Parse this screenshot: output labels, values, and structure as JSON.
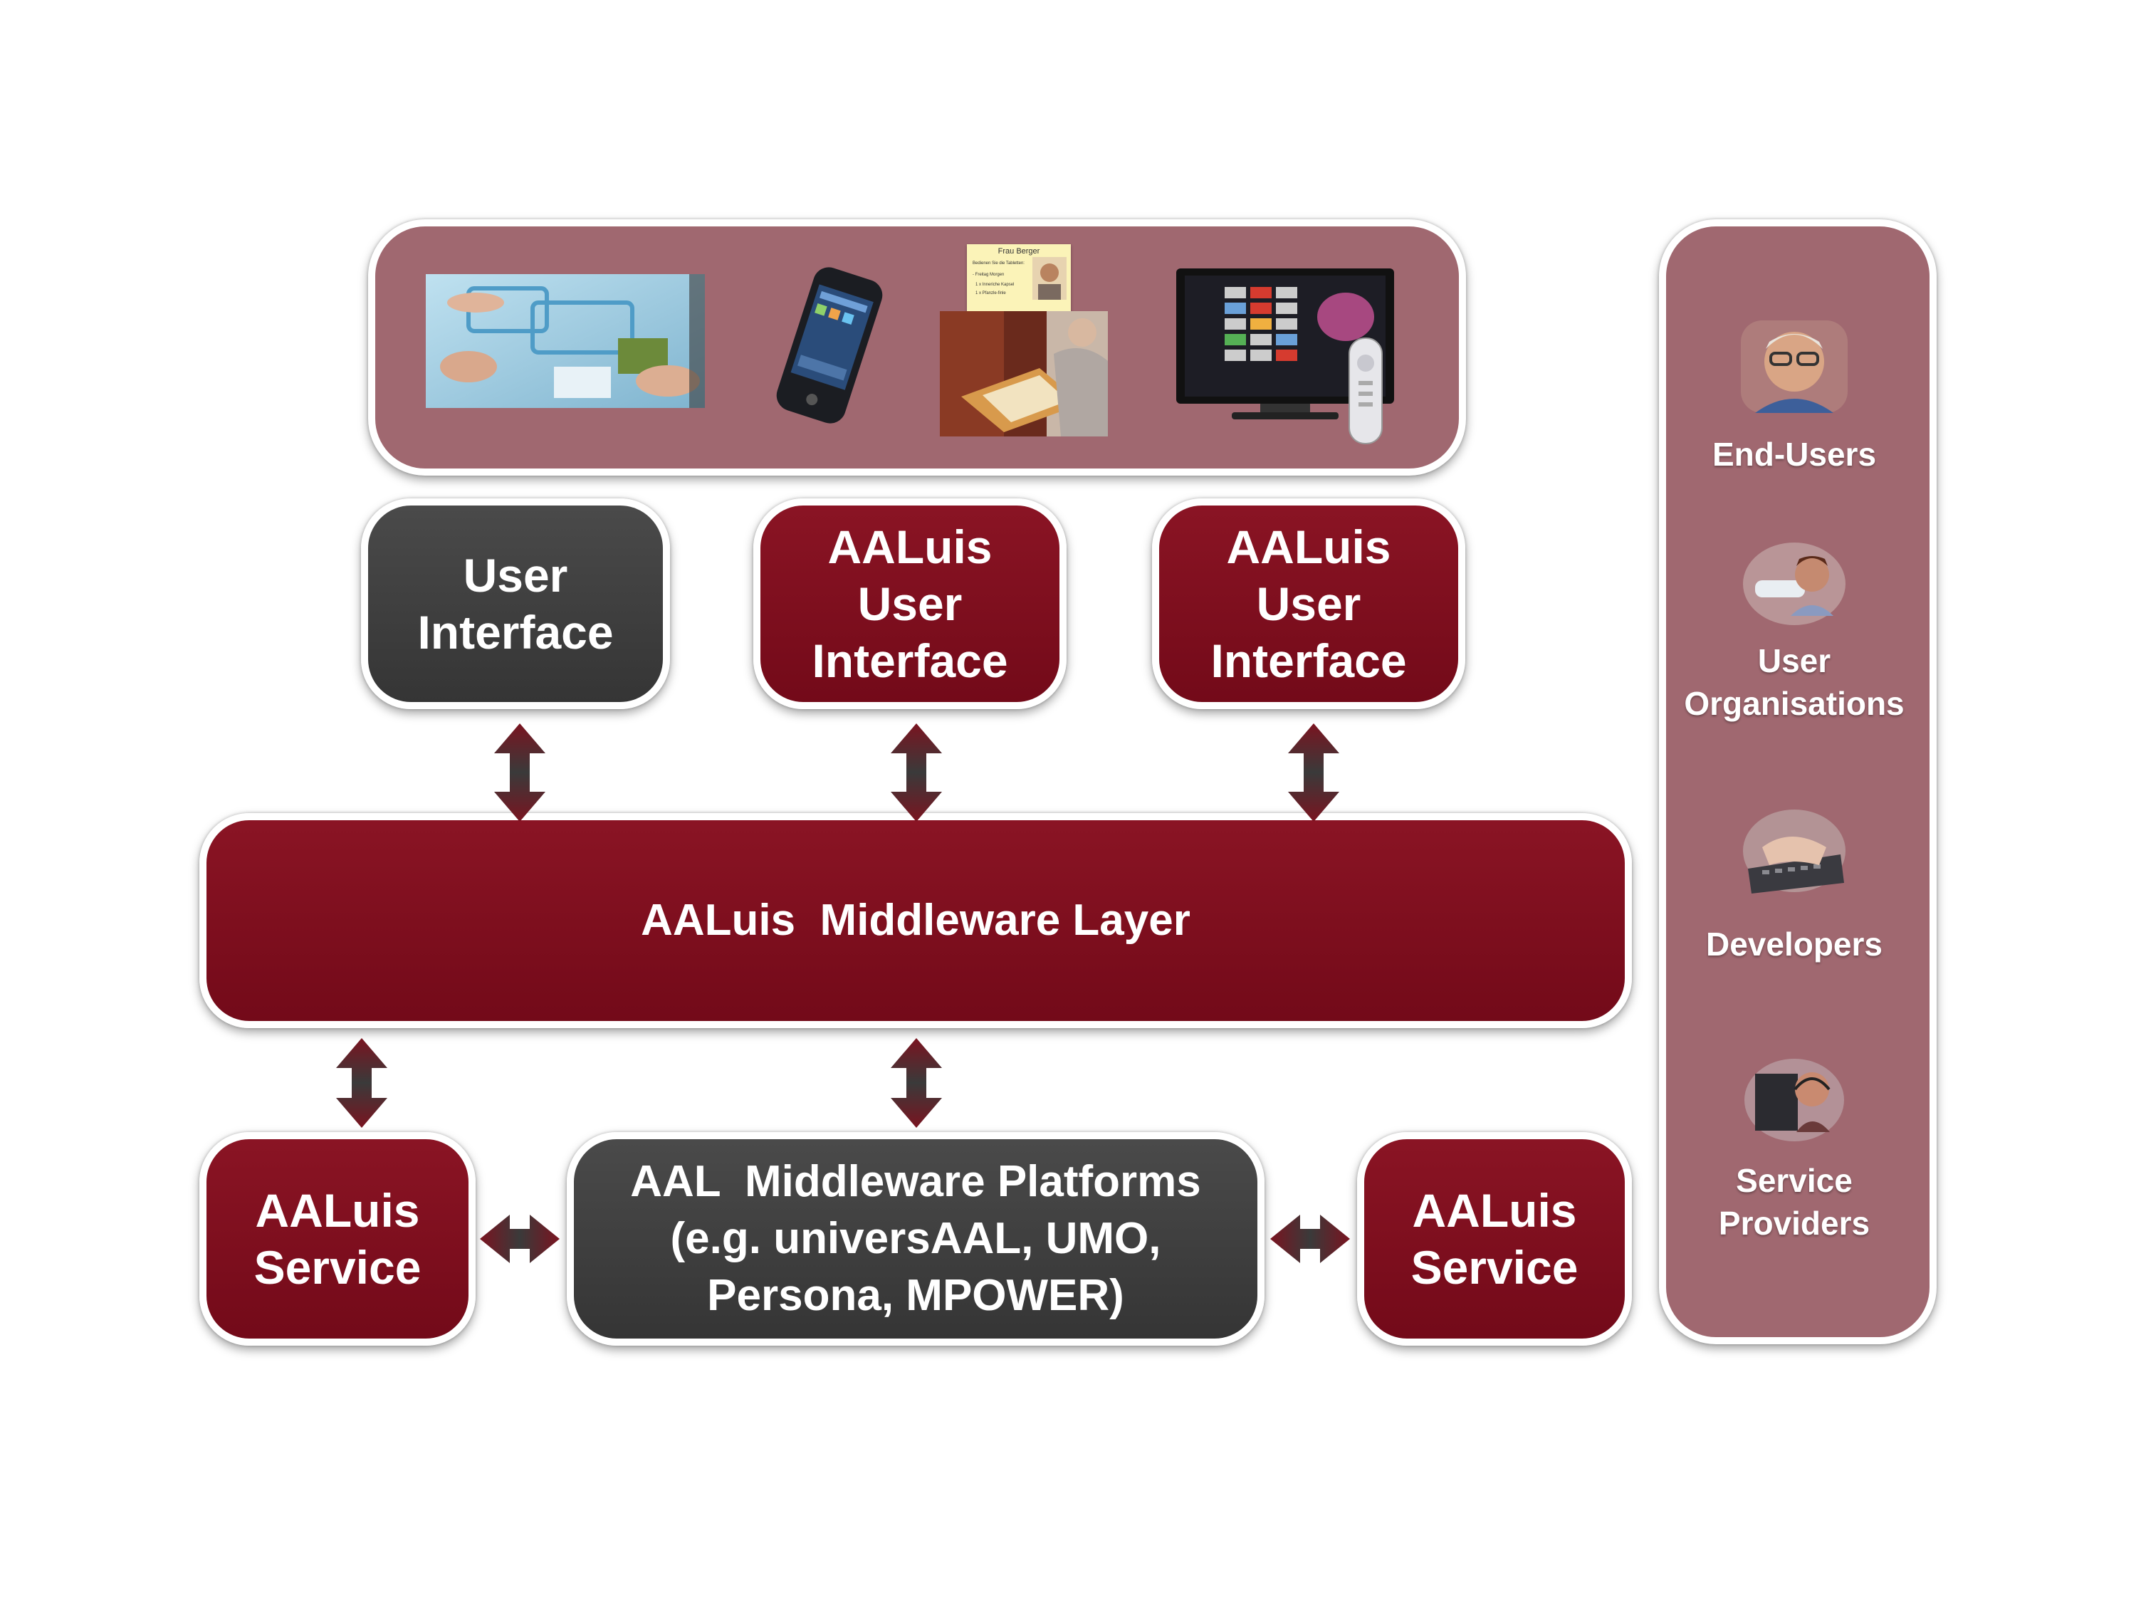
{
  "ui_box": {
    "lines": [
      "User",
      "Interface"
    ]
  },
  "aaluis_ui_1": {
    "lines": [
      "AALuis",
      "User",
      "Interface"
    ]
  },
  "aaluis_ui_2": {
    "lines": [
      "AALuis",
      "User",
      "Interface"
    ]
  },
  "middleware_layer": {
    "label": "AALuis  Middleware Layer"
  },
  "service_left": {
    "lines": [
      "AALuis",
      "Service"
    ]
  },
  "platforms": {
    "lines": [
      "AAL  Middleware Platforms",
      "(e.g. universAAL, UMO,",
      "Persona, MPOWER)"
    ]
  },
  "service_right": {
    "lines": [
      "AALuis",
      "Service"
    ]
  },
  "stakeholders": {
    "end_users": "End-Users",
    "user_orgs": [
      "User",
      "Organisations"
    ],
    "developers": "Developers",
    "service_providers": [
      "Service",
      "Providers"
    ]
  },
  "tablet_screen": {
    "title": "Frau Berger",
    "lines": [
      "Bedienen Sie die Tabletten:",
      "- Freitag Morgen",
      "1 x Inneriche Kapsel",
      "1 x Pfanzle-finle"
    ]
  },
  "colors": {
    "red_box": "#7d0f1e",
    "dark_box": "#3d3d3d",
    "rose_panel": "#a06870",
    "arrow_red": "#7a1420",
    "arrow_dark": "#3a3a3a"
  }
}
